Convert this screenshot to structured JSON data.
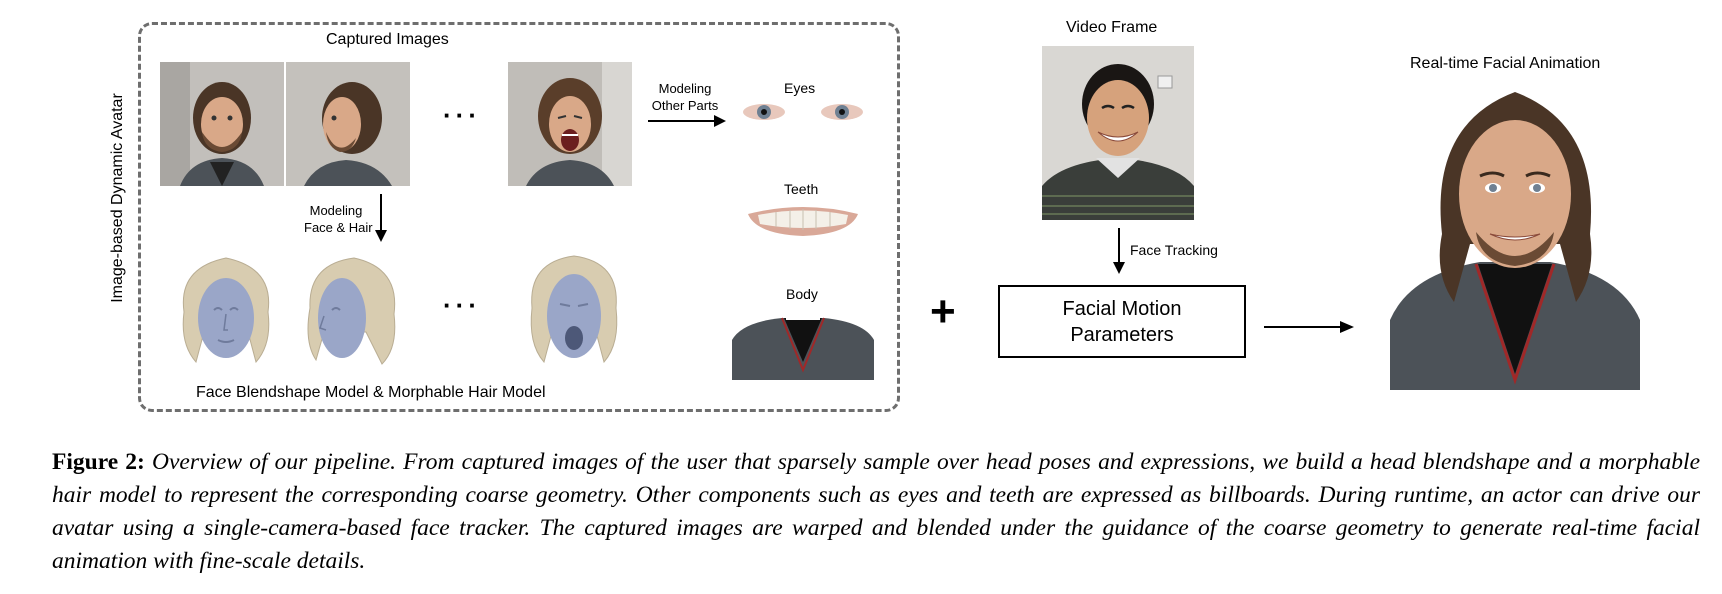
{
  "figure": {
    "vertical_label": "Image-based Dynamic Avatar",
    "captured_label": "Captured Images",
    "modeling_face_hair": [
      "Modeling",
      "Face & Hair"
    ],
    "modeling_other_parts": [
      "Modeling",
      "Other Parts"
    ],
    "eyes_label": "Eyes",
    "teeth_label": "Teeth",
    "body_label": "Body",
    "blendshape_label": "Face Blendshape Model & Morphable Hair Model",
    "video_frame_label": "Video Frame",
    "face_tracking_label": "Face Tracking",
    "motion_box_lines": [
      "Facial Motion",
      "Parameters"
    ],
    "plus": "+",
    "realtime_label": "Real-time Facial Animation",
    "ellipsis": "···"
  },
  "caption": {
    "figure_label": "Figure 2:",
    "text": "Overview of our pipeline. From captured images of the user that sparsely sample over head poses and expressions, we build a head blendshape and a morphable hair model to represent the corresponding coarse geometry. Other components such as eyes and teeth are expressed as billboards. During runtime, an actor can drive our avatar using a single-camera-based face tracker. The captured images are warped and blended under the guidance of the coarse geometry to generate real-time facial animation with fine-scale details."
  },
  "colors": {
    "mesh_face": "#9aa6c8",
    "mesh_hair": "#d8ccb0",
    "dash_border": "#6e6e6e",
    "photo_bg": "#b7b3ae",
    "skin": "#d9a888",
    "hair": "#4a3526",
    "jacket": "#4c5258"
  }
}
